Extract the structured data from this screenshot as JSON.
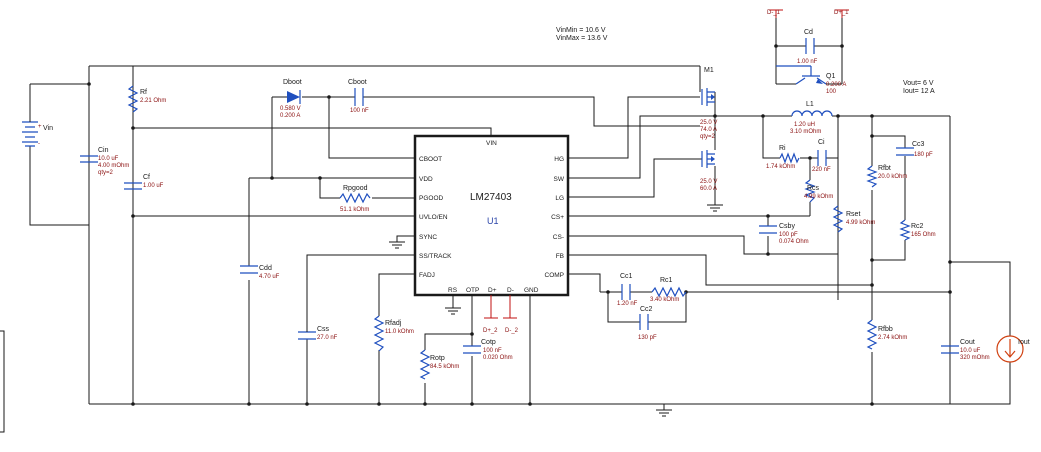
{
  "specs": {
    "vin_min": "VinMin = 10.6 V",
    "vin_max": "VinMax = 13.6 V",
    "vout": "Vout= 6 V",
    "iout": "Iout= 12 A"
  },
  "ic": {
    "name": "LM27403",
    "ref": "U1",
    "pins_left": [
      "CBOOT",
      "VDD",
      "PGOOD",
      "UVLO/EN",
      "SYNC",
      "SS/TRACK",
      "FADJ"
    ],
    "pins_right": [
      "HG",
      "SW",
      "LG",
      "CS+",
      "CS-",
      "FB",
      "COMP"
    ],
    "pin_top": "VIN",
    "pins_bottom": [
      "RS",
      "OTP",
      "D+",
      "D-",
      "GND"
    ]
  },
  "components": {
    "vin": {
      "ref": "Vin",
      "plus": "+",
      "minus": "-"
    },
    "cin": {
      "ref": "Cin",
      "v1": "10.0 uF",
      "v2": "4.00 mOhm",
      "v3": "qty=2"
    },
    "rf": {
      "ref": "Rf",
      "v1": "2.21 Ohm"
    },
    "cf": {
      "ref": "Cf",
      "v1": "1.00 uF"
    },
    "dboot": {
      "ref": "Dboot",
      "v1": "0.580 V",
      "v2": "0.200 A"
    },
    "cboot": {
      "ref": "Cboot",
      "v1": "100 nF"
    },
    "rpgood": {
      "ref": "Rpgood",
      "v1": "51.1 kOhm"
    },
    "cdd": {
      "ref": "Cdd",
      "v1": "4.70 uF"
    },
    "css": {
      "ref": "Css",
      "v1": "27.0 nF"
    },
    "rfadj": {
      "ref": "Rfadj",
      "v1": "11.0 kOhm"
    },
    "rotp": {
      "ref": "Rotp",
      "v1": "84.5 kOhm"
    },
    "cotp": {
      "ref": "Cotp",
      "v1": "100 nF",
      "v2": "0.020 Ohm"
    },
    "dport2": {
      "plus": "D+_2",
      "minus": "D-_2"
    },
    "cc1": {
      "ref": "Cc1",
      "v1": "1.20 nF"
    },
    "rc1": {
      "ref": "Rc1",
      "v1": "3.40 kOhm"
    },
    "cc2": {
      "ref": "Cc2",
      "v1": "130 pF"
    },
    "m1": {
      "ref": "M1",
      "hv1": "25.0 V",
      "hv2": "74.0 A",
      "hv3": "qty=2",
      "lv1": "25.0 V",
      "lv2": "60.0 A"
    },
    "dport1": {
      "minus": "D-_1",
      "plus": "D+_1"
    },
    "cd": {
      "ref": "Cd",
      "v1": "1.00 nF"
    },
    "q1": {
      "ref": "Q1",
      "v1": "0.200 A",
      "v2": "100"
    },
    "l1": {
      "ref": "L1",
      "v1": "1.20 uH",
      "v2": "3.10 mOhm"
    },
    "ri": {
      "ref": "Ri",
      "v1": "1.74 kOhm"
    },
    "ci": {
      "ref": "Ci",
      "v1": "220 nF"
    },
    "rcs": {
      "ref": "Rcs",
      "v1": "4.99 kOhm"
    },
    "cshnt": {
      "ref": "Csby",
      "v1": "100 pF",
      "v2": "0.074 Ohm"
    },
    "rset": {
      "ref": "Rset",
      "v1": "4.99 kOhm"
    },
    "rfbt": {
      "ref": "Rfbt",
      "v1": "20.0 kOhm"
    },
    "cc3": {
      "ref": "Cc3",
      "v1": "180 pF"
    },
    "rc2": {
      "ref": "Rc2",
      "v1": "165 Ohm"
    },
    "rfbb": {
      "ref": "Rfbb",
      "v1": "2.74 kOhm"
    },
    "cout": {
      "ref": "Cout",
      "v1": "10.0 uF",
      "v2": "320 mOhm"
    },
    "iout": {
      "ref": "Iout"
    }
  },
  "icons": [
    "voltage-source-icon",
    "ground-icon",
    "current-sink-icon",
    "mosfet-icon",
    "bjt-icon",
    "diode-icon"
  ],
  "colors": {
    "wire": "#1a1a1a",
    "value_text": "#8b1010",
    "symbol": "#1f4fbf",
    "diff_port": "#c01010",
    "current_source": "#d04010"
  }
}
